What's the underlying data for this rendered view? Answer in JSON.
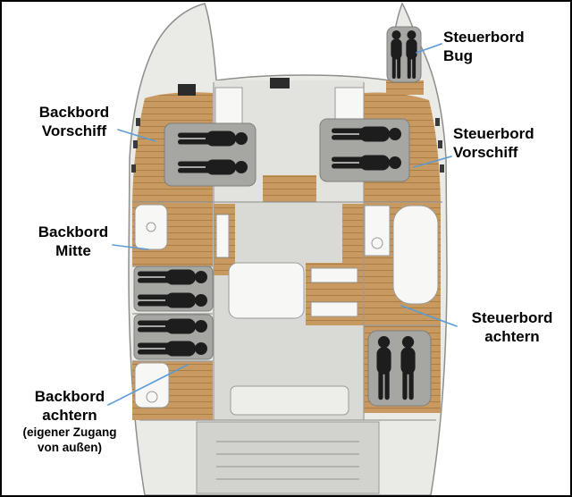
{
  "diagram": {
    "type": "catamaran-floor-plan",
    "labels": {
      "steuerbord_bug": {
        "line1": "Steuerbord",
        "line2": "Bug"
      },
      "backbord_vorschiff": {
        "line1": "Backbord",
        "line2": "Vorschiff"
      },
      "steuerbord_vorschiff": {
        "line1": "Steuerbord",
        "line2": "Vorschiff"
      },
      "backbord_mitte": {
        "line1": "Backbord",
        "line2": "Mitte"
      },
      "steuerbord_achtern": {
        "line1": "Steuerbord",
        "line2": "achtern"
      },
      "backbord_achtern": {
        "line1": "Backbord",
        "line2": "achtern",
        "note1": "(eigener Zugang",
        "note2": "von außen)"
      }
    },
    "cabins": [
      {
        "id": "steuerbord_bug",
        "berth_figures": 2
      },
      {
        "id": "backbord_vorschiff",
        "berth_figures": 2
      },
      {
        "id": "steuerbord_vorschiff",
        "berth_figures": 2
      },
      {
        "id": "backbord_mitte",
        "berth_figures": 2
      },
      {
        "id": "backbord_achtern",
        "berth_figures": 2
      },
      {
        "id": "steuerbord_achtern",
        "berth_figures": 2
      }
    ],
    "icons": {
      "berth_figure": "person-silhouette"
    },
    "colors": {
      "background": "#ffffff",
      "border": "#000000",
      "label_text": "#000000",
      "leader_line": "#5b9bd5",
      "hull_fill": "#eaeae7",
      "hull_stroke": "#8f8f8c",
      "deck_fill": "#dcdcd8",
      "wood_fill": "#c89a62",
      "wood_line": "#ab7e46",
      "bed_fill": "#a6a6a3",
      "figure_fill": "#1d1d1d"
    }
  }
}
